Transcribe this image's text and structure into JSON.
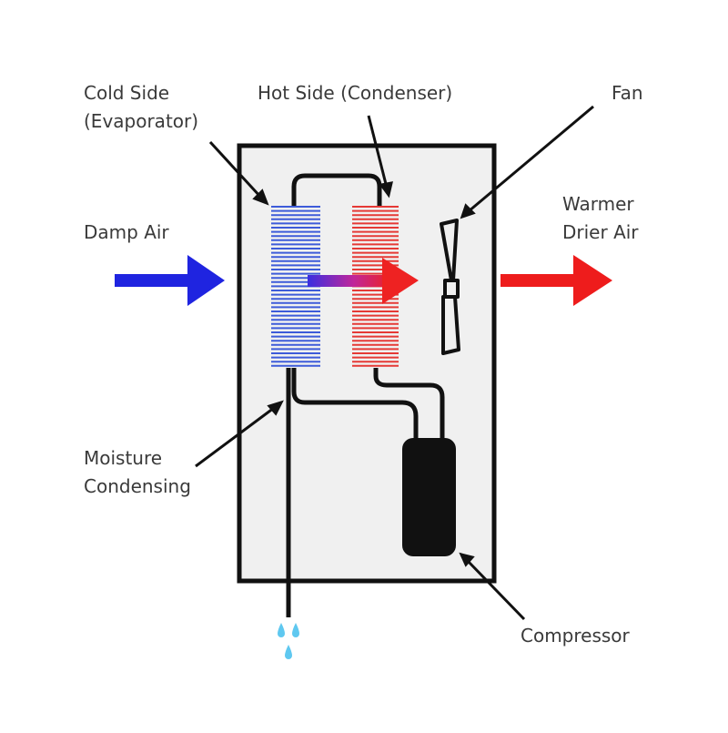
{
  "labels": {
    "cold_side_line1": "Cold Side",
    "cold_side_line2": "(Evaporator)",
    "hot_side": "Hot Side (Condenser)",
    "fan": "Fan",
    "damp_air": "Damp Air",
    "warmer_line1": "Warmer",
    "warmer_line2": "Drier Air",
    "moisture_line1": "Moisture",
    "moisture_line2": "Condensing",
    "compressor": "Compressor"
  },
  "icons": {
    "fan": "fan-icon",
    "compressor": "compressor-icon",
    "droplets": "water-drops-icon"
  },
  "colors": {
    "cold": "#3d5bd9",
    "hot": "#e53935",
    "damp_arrow": "#1f24e0",
    "warm_arrow": "#ee1c1c",
    "housing_fill": "#f0f0f0",
    "line": "#111111",
    "water": "#5fc8f0"
  }
}
